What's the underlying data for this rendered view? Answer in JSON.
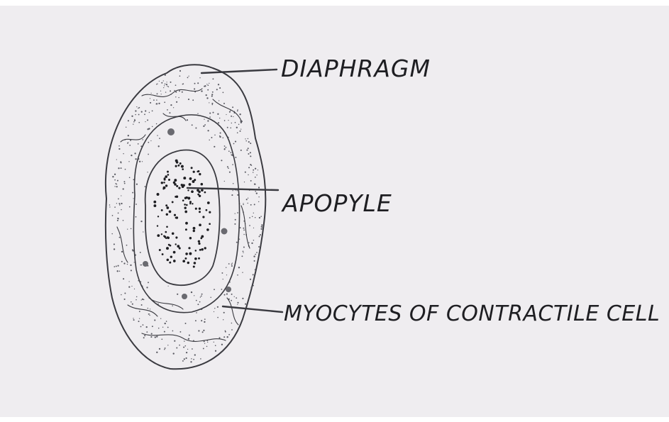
{
  "diagram": {
    "labels": {
      "diaphragm": "DIAPHRAGM",
      "apopyle": "APOPYLE",
      "myocytes": "MYOCYTES OF CONTRACTILE CELL"
    },
    "colors": {
      "paper": "#efedf0",
      "pencil": "#3a3a40",
      "stipple": "#5a5a62"
    }
  }
}
